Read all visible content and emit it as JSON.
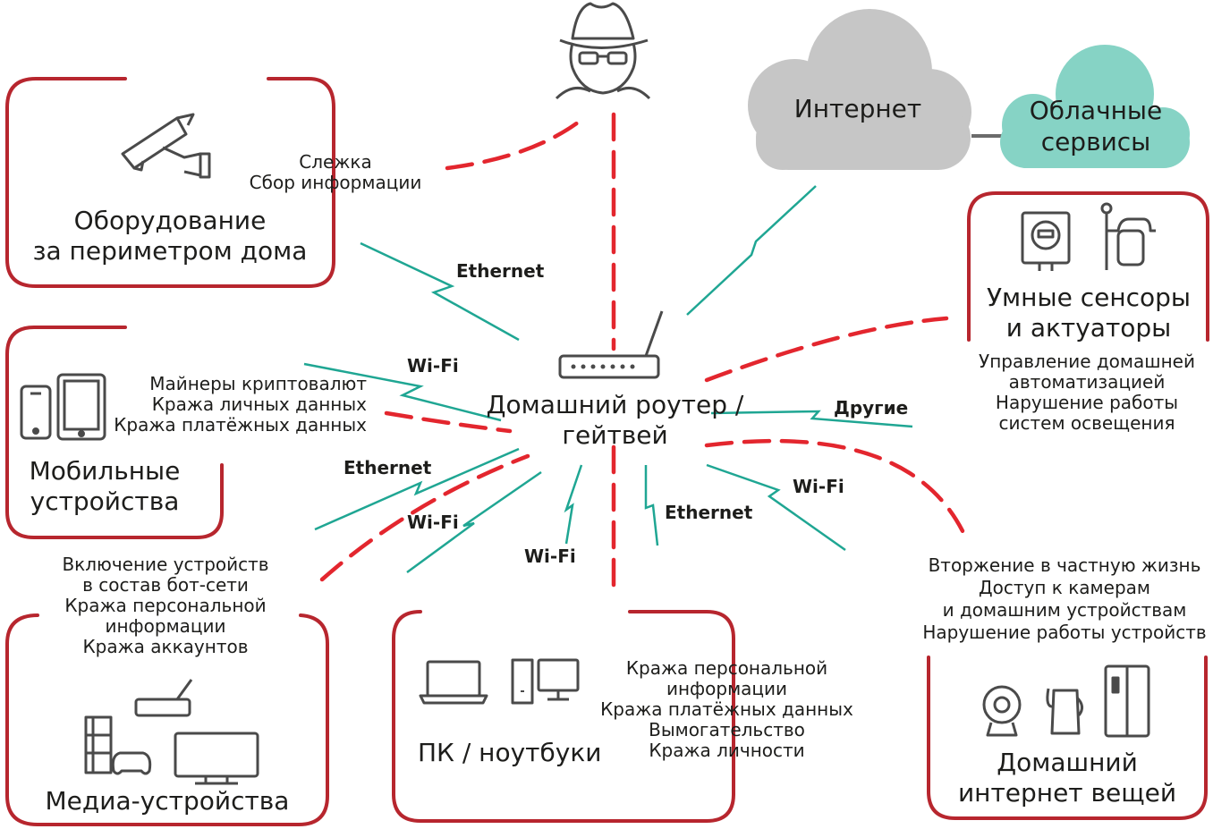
{
  "colors": {
    "threat_line": "#e3262e",
    "connection": "#1fa693",
    "box_border": "#b7262e",
    "icon": "#4a4a4a",
    "internet_cloud": "#c6c6c6",
    "cloud_services": "#86d3c5"
  },
  "router": {
    "label_line1": "Домашний роутер /",
    "label_line2": "гейтвей"
  },
  "internet": {
    "label": "Интернет"
  },
  "cloud_services": {
    "label_line1": "Облачные",
    "label_line2": "сервисы"
  },
  "perimeter": {
    "title_line1": "Оборудование",
    "title_line2": "за периметром дома",
    "threats": [
      "Слежка",
      "Сбор информации"
    ],
    "link": "Ethernet"
  },
  "mobile": {
    "title_line1": "Мобильные",
    "title_line2": "устройства",
    "threats": [
      "Майнеры криптовалют",
      "Кража личных данных",
      "Кража платёжных данных"
    ],
    "link": "Wi-Fi"
  },
  "media": {
    "title": "Медиа-устройства",
    "threats": [
      "Включение устройств",
      "в состав бот-сети",
      "Кража персональной",
      "информации",
      "Кража аккаунтов"
    ],
    "link_1": "Ethernet",
    "link_2": "Wi-Fi"
  },
  "pc": {
    "title": "ПК / ноутбуки",
    "threats": [
      "Кража персональной",
      "информации",
      "Кража платёжных данных",
      "Вымогательство",
      "Кража личности"
    ],
    "link_1": "Wi-Fi",
    "link_2": "Ethernet"
  },
  "iot": {
    "title_line1": "Домашний",
    "title_line2": "интернет вещей",
    "threats": [
      "Вторжение в частную жизнь",
      "Доступ к камерам",
      "и домашним устройствам",
      "Нарушение работы устройств"
    ],
    "link": "Wi-Fi"
  },
  "sensors": {
    "title_line1": "Умные сенсоры",
    "title_line2": "и актуаторы",
    "threats": [
      "Управление домашней",
      "автоматизацией",
      "Нарушение работы",
      "систем освещения"
    ],
    "link": "Другие"
  },
  "icons": {
    "hacker": "spy-hacker-icon",
    "camera": "security-camera-icon",
    "phone": "smartphone-icon",
    "tablet": "tablet-icon",
    "console": "game-console-icon",
    "gamepad": "gamepad-icon",
    "media_router": "router-icon",
    "tv": "tv-icon",
    "laptop": "laptop-icon",
    "desktop": "desktop-computer-icon",
    "webcam": "webcam-icon",
    "kettle": "smart-kettle-icon",
    "fridge": "fridge-icon",
    "meter": "electric-meter-icon",
    "gas_meter": "gas-meter-icon",
    "router": "home-router-icon"
  }
}
